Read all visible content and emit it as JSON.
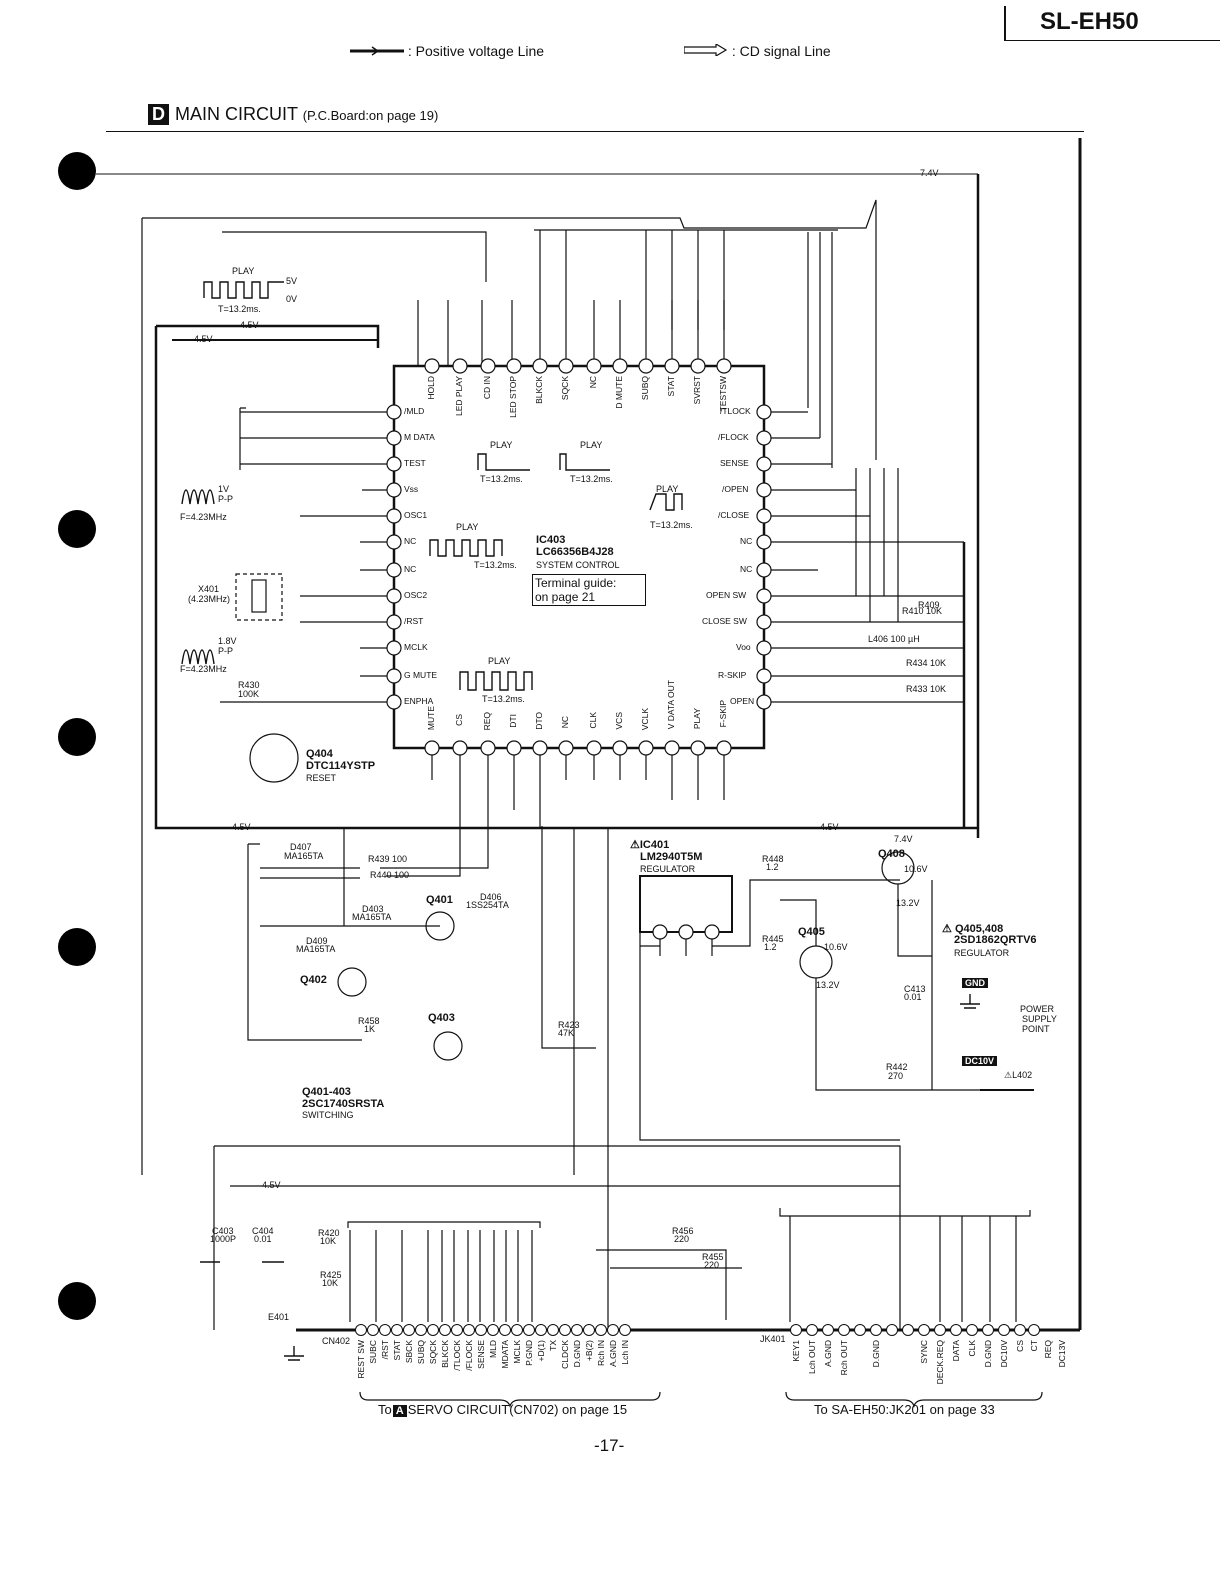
{
  "header": {
    "model": "SL-EH50",
    "legend_positive": ": Positive voltage Line",
    "legend_cd": ": CD signal Line"
  },
  "section": {
    "letter": "D",
    "title": "MAIN CIRCUIT",
    "subtitle": "(P.C.Board:on page 19)"
  },
  "ic403": {
    "ref": "IC403",
    "part": "LC66356B4J28",
    "function": "SYSTEM CONTROL",
    "terminal_line1": "Terminal guide:",
    "terminal_line2": "on page 21",
    "top_pins": [
      "HOLD",
      "LED PLAY",
      "CD IN",
      "LED STOP",
      "BLKCK",
      "SQCK",
      "NC",
      "D MUTE",
      "SUBQ",
      "STAT",
      "SVRST",
      "TESTSW"
    ],
    "left_pins": [
      "/MLD",
      "M DATA",
      "TEST",
      "Vss",
      "OSC1",
      "NC",
      "NC",
      "OSC2",
      "/RST",
      "MCLK",
      "G MUTE",
      "ENPHA"
    ],
    "bottom_pins": [
      "MUTE",
      "CS",
      "REQ",
      "DTI",
      "DTO",
      "NC",
      "CLK",
      "VCS",
      "VCLK",
      "V DATA OUT",
      "PLAY",
      "F-SKIP"
    ],
    "right_pins": [
      "/TLOCK",
      "/FLOCK",
      "SENSE",
      "/OPEN",
      "/CLOSE",
      "NC",
      "NC",
      "OPEN SW",
      "CLOSE SW",
      "Voo",
      "R-SKIP",
      "OPEN"
    ]
  },
  "components": {
    "ic401_ref": "IC401",
    "ic401_part": "LM2940T5M",
    "ic401_func": "REGULATOR",
    "q404": "Q404",
    "q404_part": "DTC114YSTP",
    "q404_func": "RESET",
    "q408": "Q408",
    "q405": "Q405",
    "q405_408": "Q405,408",
    "q405_408_part": "2SD1862QRTV6",
    "q405_408_func": "REGULATOR",
    "q401_403": "Q401-403",
    "q401_403_part": "2SC1740SRSTA",
    "q401_403_func": "SWITCHING",
    "q401": "Q401",
    "q402": "Q402",
    "q403": "Q403",
    "x401": "X401",
    "x401_freq": "(4.23MHz)",
    "gnd": "GND",
    "dc10v": "DC10V",
    "power1": "POWER",
    "power2": "SUPPLY",
    "power3": "POINT",
    "l402": "L402",
    "e401": "E401"
  },
  "connectors": {
    "cn402": "CN402",
    "jk401": "JK401",
    "cn402_pins": [
      "REST SW",
      "SUBC",
      "/RST",
      "STAT",
      "SBCK",
      "SUBQ",
      "SQCK",
      "BLKCK",
      "/TLOCK",
      "/FLOCK",
      "SENSE",
      "MLD",
      "MDATA",
      "MCLK",
      "P.GND",
      "+D(1)",
      "TX",
      "CLDCK",
      "D.GND",
      "+B(2)",
      "Rch IN",
      "A.GND",
      "Lch IN"
    ],
    "jk401_pins": [
      "KEY1",
      "Lch OUT",
      "A.GND",
      "Rch OUT",
      "D.GND",
      "SYNC",
      "DECK.REQ",
      "DATA",
      "CLK",
      "D.GND",
      "DC10V",
      "CS",
      "CT",
      "REQ",
      "DC13V"
    ]
  },
  "footer": {
    "servo_to": "To",
    "servo_letter": "A",
    "servo_text": "SERVO CIRCUIT(CN702) on page 15",
    "sa_text": "To SA-EH50:JK201 on page 33",
    "page": "-17-"
  },
  "labels": {
    "play": "PLAY",
    "t132": "T=13.2ms.",
    "f423": "F=4.23MHz",
    "pp": "P-P",
    "v5": "5V",
    "v0": "0V",
    "v45": "4.5V",
    "v74": "7.4V",
    "v1": "1V",
    "v18": "1.8V",
    "l406": "L406  100 µH",
    "r409": "R409",
    "r410": "R410  10K",
    "r434": "R434  10K",
    "r433": "R433  10K",
    "r430": "R430",
    "r439": "R439  100",
    "r440": "R440  100",
    "r448": "R448",
    "r445": "R445",
    "r458": "R458",
    "r423": "R423",
    "r420": "R420",
    "r425": "R425",
    "r456": "R456",
    "r455": "R455",
    "r442": "R442",
    "d407": "D407",
    "d407_part": "MA165TA",
    "d406": "D406",
    "d406_part": "1SS254TA",
    "d403": "D403",
    "d403_part": "MA165TA",
    "d409": "D409",
    "d409_part": "MA165TA",
    "c403": "C403",
    "c403_val": "1000P",
    "c404": "C404",
    "c404_val": "0.01",
    "c413": "C413",
    "c413_val": "0.01",
    "k1": "1K",
    "k10": "10K",
    "k47": "47K",
    "k100": "100K",
    "v106": "10.6V",
    "v132": "13.2V",
    "r22": "220",
    "r270": "270",
    "r12": "1.2"
  }
}
